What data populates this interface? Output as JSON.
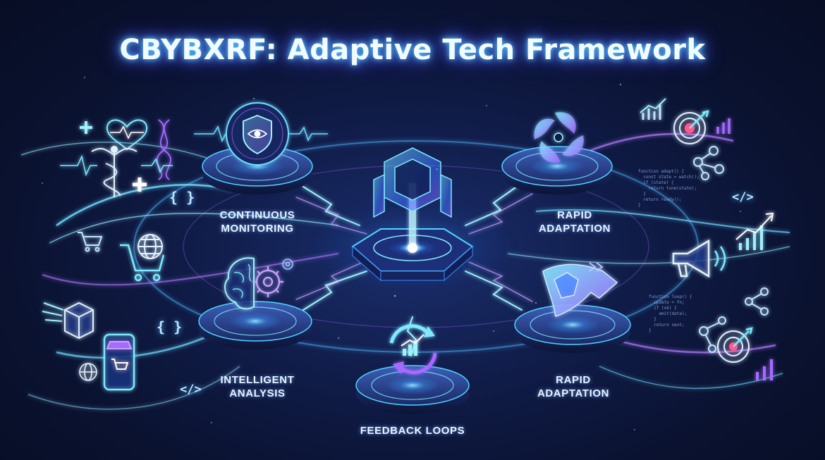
{
  "title": "CBYBXRF: Adaptive Tech Framework",
  "nodes": {
    "monitoring": {
      "label": "CONTINUOUS\nMONITORING",
      "icon": "shield-eye-icon"
    },
    "adaptation_top": {
      "label": "RAPID\nADAPTATION",
      "icon": "vortex-icon"
    },
    "analysis": {
      "label": "INTELLIGENT\nANALYSIS",
      "icon": "brain-gear-icon"
    },
    "adaptation_bottom": {
      "label": "RAPID\nADAPTATION",
      "icon": "arrow-gem-icon"
    },
    "feedback": {
      "label": "FEEDBACK LOOPS",
      "icon": "cycle-chart-icon"
    },
    "core": {
      "icon": "core-tower-icon"
    }
  },
  "decor": {
    "braces": [
      "{ }",
      "{ }"
    ],
    "code_tags": [
      "</>",
      "</>",
      "</>"
    ],
    "code_block_top": "function adapt() {\n  const state = watch();\n  if (state) {\n    return tune(state);\n  }\n  return ready();\n}",
    "code_block_bottom": "function loop() {\n  update = fn;\n  if (ok) {\n    emit(data);\n  }\n  return next;\n}"
  },
  "colors": {
    "accent_cyan": "#4fd6ff",
    "accent_violet": "#a66bff",
    "background": "#0a1230"
  }
}
